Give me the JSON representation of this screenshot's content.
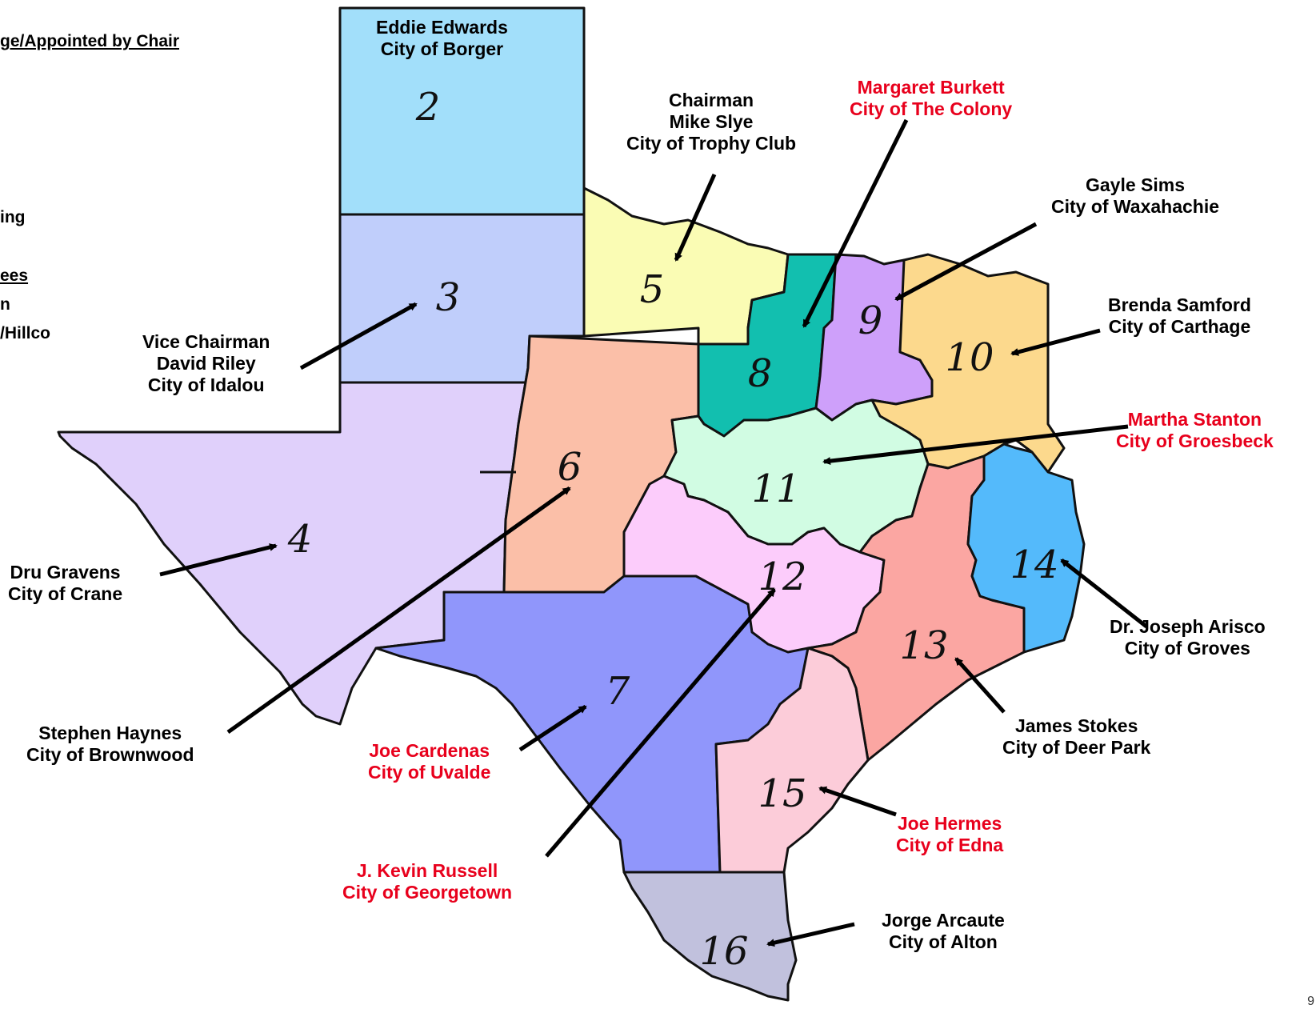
{
  "left_panel": {
    "heading_fragment": "ge/Appointed by Chair",
    "line1_fragment": "ing",
    "line2_fragment": "ees",
    "line3_fragment": "n",
    "line4_fragment": "/Hillco"
  },
  "regions": [
    {
      "id": "2",
      "number": "2",
      "color": "#a2dffa"
    },
    {
      "id": "3",
      "number": "3",
      "color": "#c0cefb"
    },
    {
      "id": "4",
      "number": "4",
      "color": "#e0d0fb"
    },
    {
      "id": "5",
      "number": "5",
      "color": "#fafcb4"
    },
    {
      "id": "6",
      "number": "6",
      "color": "#fbbfa8"
    },
    {
      "id": "7",
      "number": "7",
      "color": "#9096fb"
    },
    {
      "id": "8",
      "number": "8",
      "color": "#12bfaf"
    },
    {
      "id": "9",
      "number": "9",
      "color": "#cea0fa"
    },
    {
      "id": "10",
      "number": "10",
      "color": "#fcd98d"
    },
    {
      "id": "11",
      "number": "11",
      "color": "#d1fce3"
    },
    {
      "id": "12",
      "number": "12",
      "color": "#fcccfb"
    },
    {
      "id": "13",
      "number": "13",
      "color": "#fba6a2"
    },
    {
      "id": "14",
      "number": "14",
      "color": "#54bafb"
    },
    {
      "id": "15",
      "number": "15",
      "color": "#fcccd9"
    },
    {
      "id": "16",
      "number": "16",
      "color": "#c1c1dd"
    }
  ],
  "labels": {
    "r2": {
      "line1": "Eddie Edwards",
      "line2": "City of Borger"
    },
    "r3": {
      "line1": "Vice Chairman",
      "line2": "David Riley",
      "line3": "City of  Idalou"
    },
    "r4": {
      "line1": "Dru Gravens",
      "line2": "City of Crane"
    },
    "r5": {
      "line1": "Chairman",
      "line2": "Mike Slye",
      "line3": "City of Trophy Club"
    },
    "r6": {
      "line1": "Stephen Haynes",
      "line2": "City of Brownwood"
    },
    "r7": {
      "line1": "Joe Cardenas",
      "line2": "City of Uvalde"
    },
    "r8": {
      "line1": "Margaret Burkett",
      "line2": "City of The Colony"
    },
    "r9": {
      "line1": "Martha Stanton",
      "line2": "City of Groesbeck"
    },
    "r10": {
      "line1": "J. Kevin Russell",
      "line2": "City of Georgetown"
    },
    "r11": {
      "line1": "Joe Hermes",
      "line2": "City of Edna"
    },
    "r12": {
      "line1": "Jorge Arcaute",
      "line2": "City of Alton"
    },
    "r13": {
      "line1": "Gayle Sims",
      "line2": "City of Waxahachie"
    },
    "r14": {
      "line1": "James Stokes",
      "line2": "City of Deer Park"
    },
    "r15": {
      "line1": "Brenda Samford",
      "line2": "City of Carthage"
    },
    "r16": {
      "line1": "Dr. Joseph Arisco",
      "line2": "City of Groves"
    }
  },
  "colors": {
    "text": "#000000",
    "highlight": "#e8001c",
    "border": "#111111"
  },
  "page_number_fragment": "9"
}
